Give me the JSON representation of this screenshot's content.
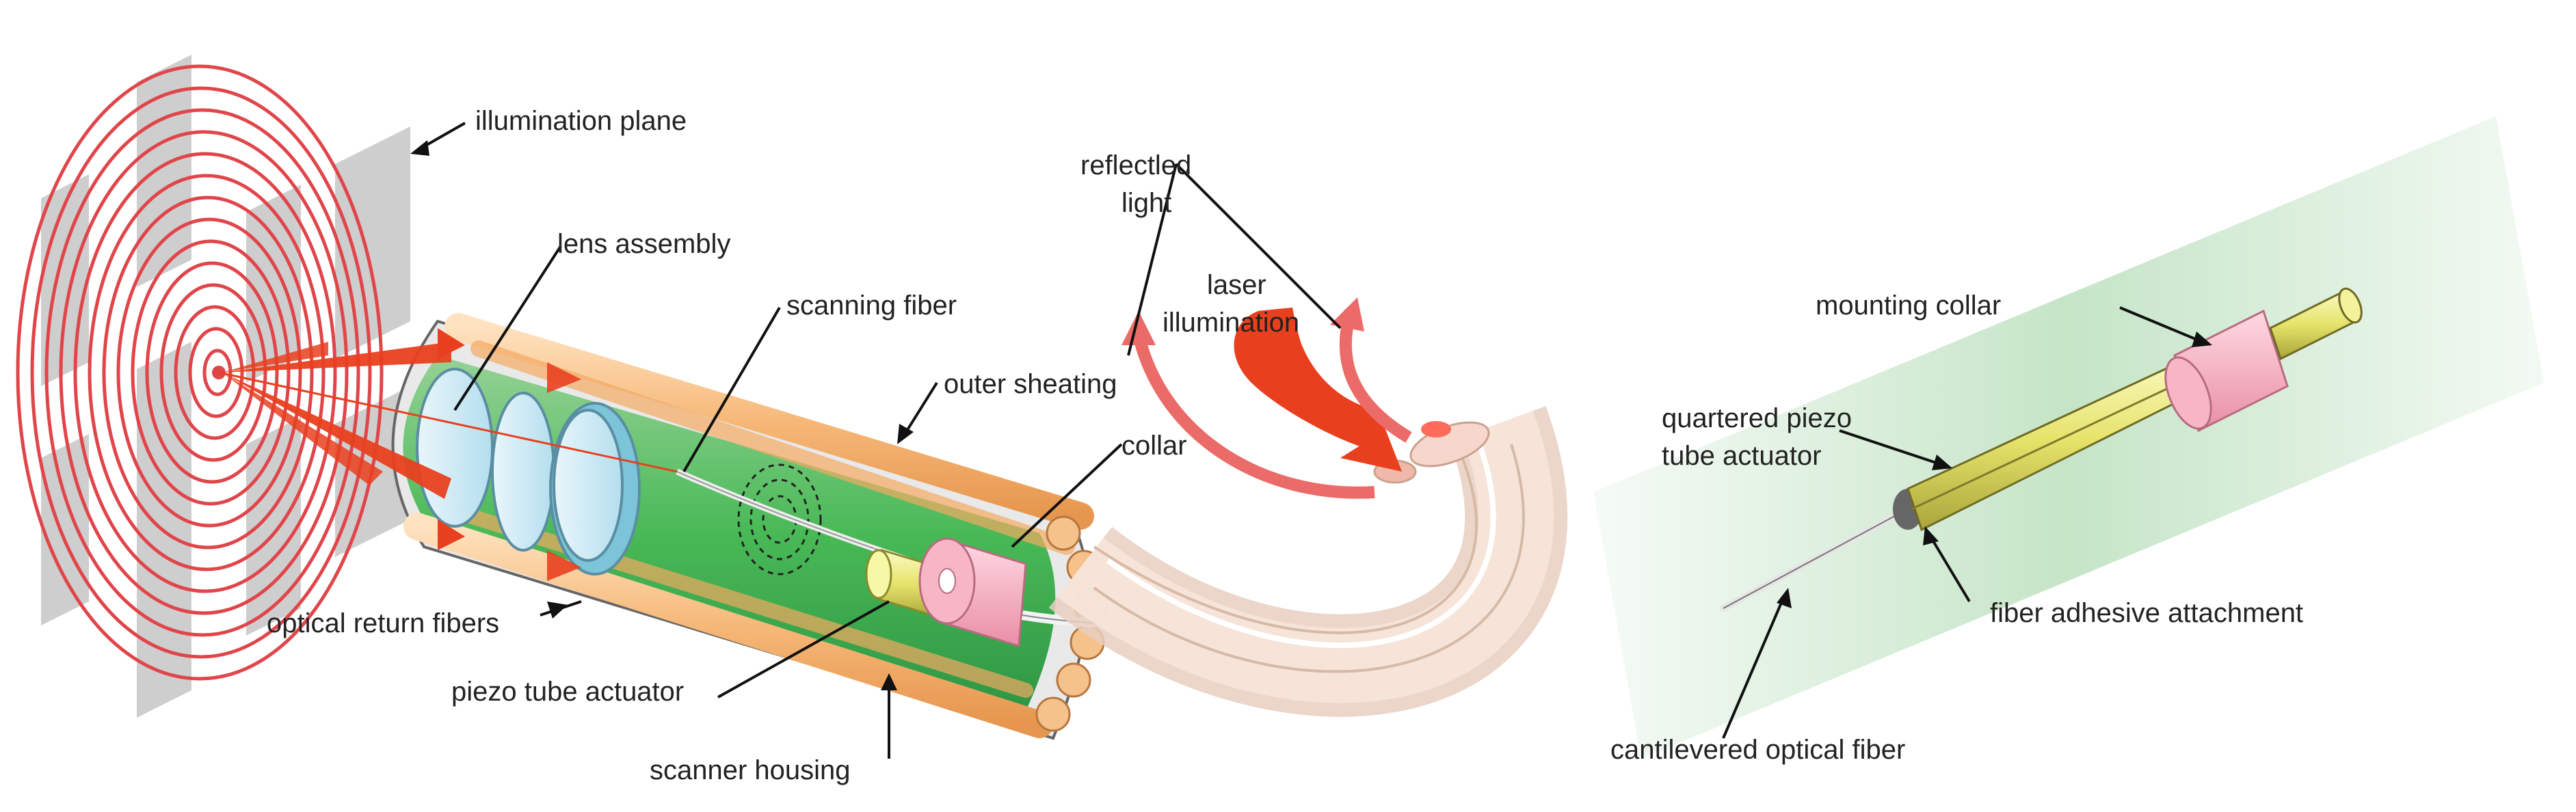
{
  "colors": {
    "accent_red": "#e8401f",
    "ring_red": "#e0454a",
    "fiber_orange": "#f6c28c",
    "inner_green": "#2fae4a",
    "collar_pink": "#f2aabb",
    "piezo_yellow": "#f0f08a",
    "plane_gray": "#c9c9c9",
    "bundle_tan": "#f4ddd0",
    "bg_green": "#bfe2c1"
  },
  "labels": {
    "illumination_plane": "illumination plane",
    "lens_assembly": "lens assembly",
    "scanning_fiber": "scanning fiber",
    "outer_sheating": "outer sheating",
    "collar": "collar",
    "reflected_light_1": "reflectled",
    "reflected_light_2": "light",
    "laser_illumination_1": "laser",
    "laser_illumination_2": "illumination",
    "optical_return_fibers": "optical return fibers",
    "piezo_tube_actuator": "piezo tube actuator",
    "scanner_housing": "scanner housing",
    "mounting_collar": "mounting collar",
    "quartered_piezo_1": "quartered piezo",
    "quartered_piezo_2": "tube actuator",
    "fiber_adhesive_attachment": "fiber adhesive attachment",
    "cantilevered_optical_fiber": "cantilevered optical fiber"
  }
}
